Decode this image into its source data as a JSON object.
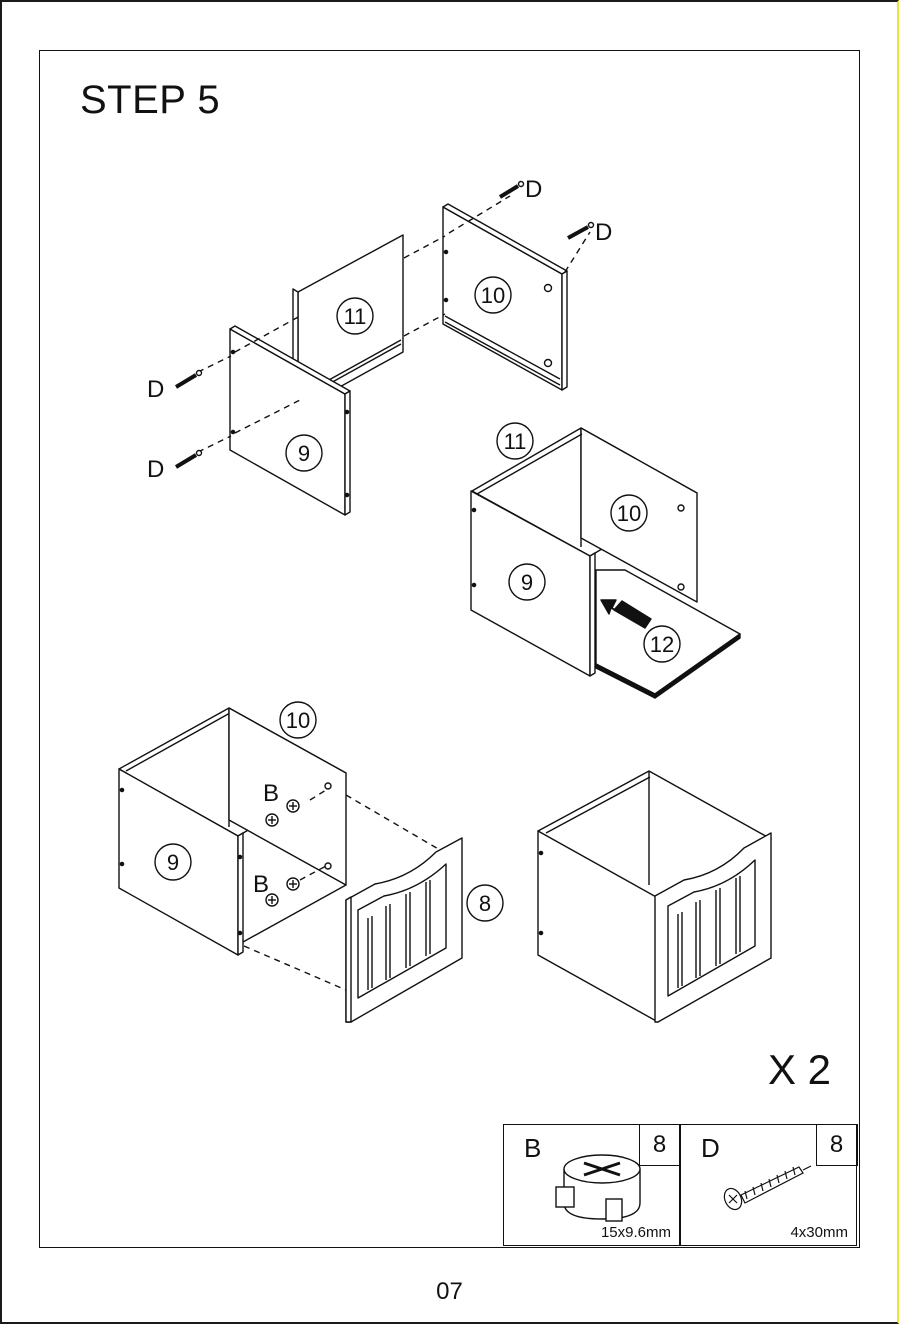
{
  "header": {
    "step_title": "STEP 5"
  },
  "assembly": {
    "part_numbers": {
      "p8": "8",
      "p9": "9",
      "p10": "10",
      "p11": "11",
      "p12": "12"
    },
    "hardware_labels": {
      "screw": "D",
      "cam": "B"
    },
    "quantity_multiplier": "X 2"
  },
  "parts_list": [
    {
      "letter": "B",
      "quantity": "8",
      "dimension": "15x9.6mm",
      "icon": "cam-lock-icon"
    },
    {
      "letter": "D",
      "quantity": "8",
      "dimension": "4x30mm",
      "icon": "screw-icon"
    }
  ],
  "footer": {
    "page_number": "07"
  }
}
